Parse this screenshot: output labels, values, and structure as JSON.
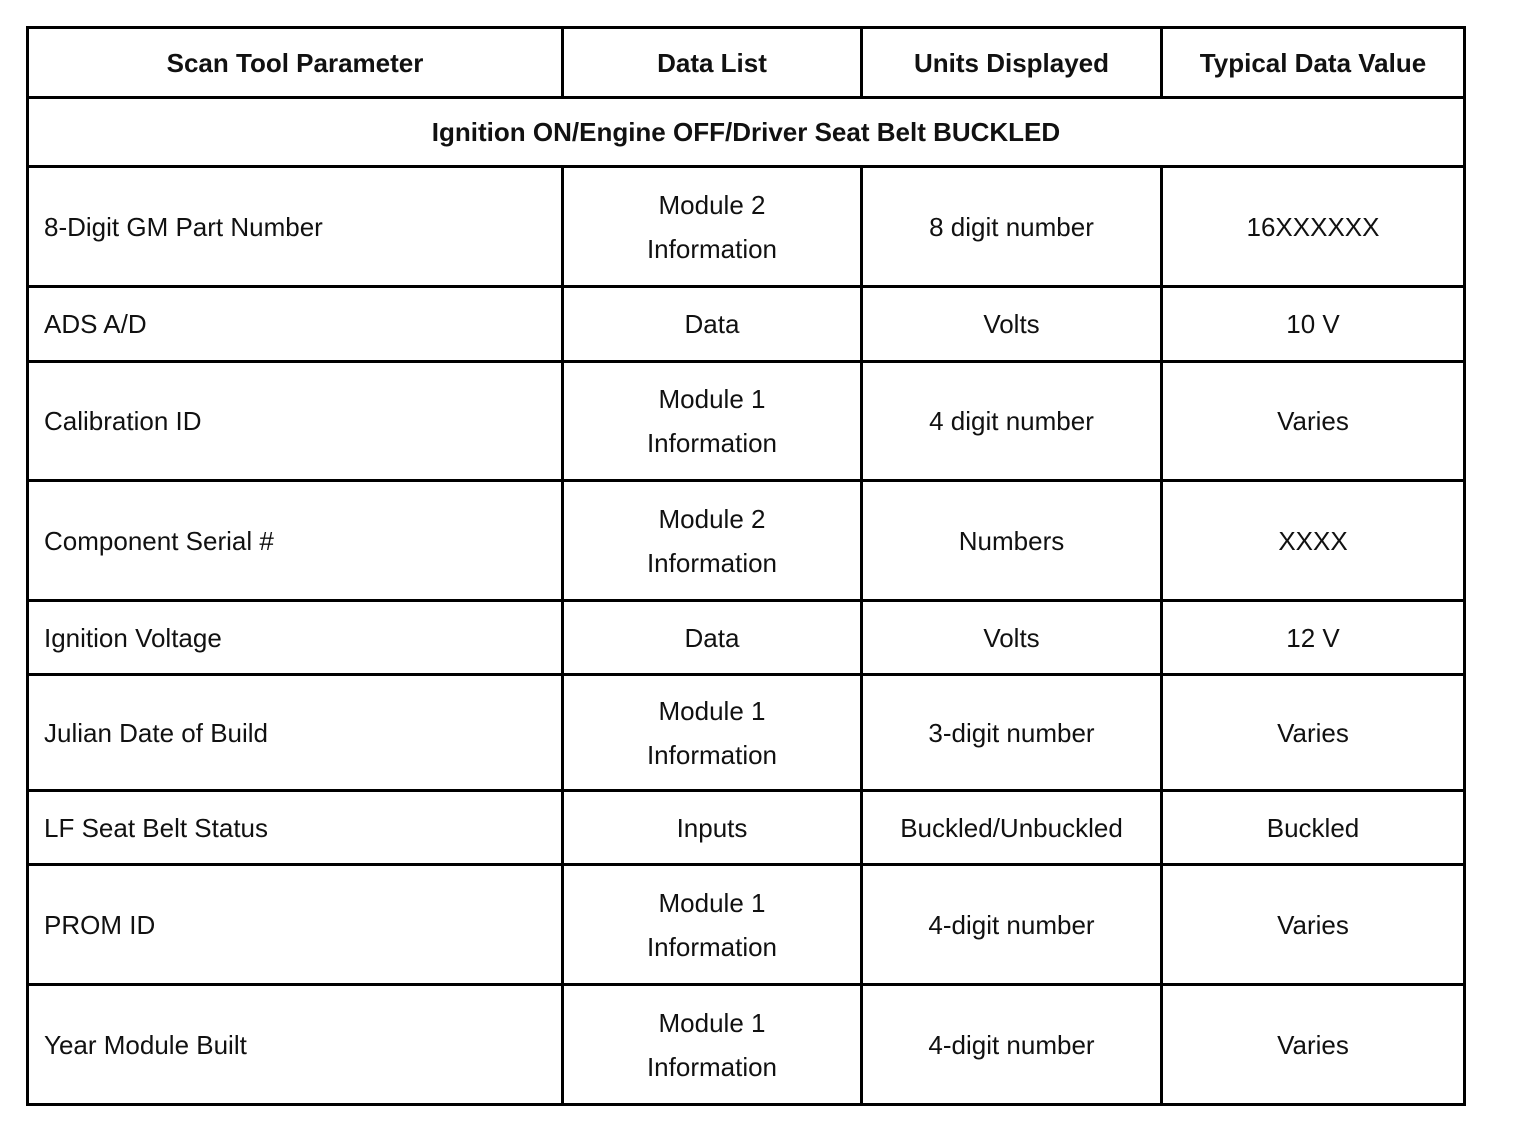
{
  "table": {
    "headers": {
      "parameter": "Scan Tool Parameter",
      "data_list": "Data List",
      "units": "Units Displayed",
      "typical": "Typical Data Value"
    },
    "section_title": "Ignition ON/Engine OFF/Driver Seat Belt BUCKLED",
    "rows": [
      {
        "parameter": "8-Digit GM Part Number",
        "data_list": [
          "Module 2",
          "Information"
        ],
        "units": "8 digit number",
        "typical": "16XXXXXX"
      },
      {
        "parameter": "ADS A/D",
        "data_list": [
          "Data"
        ],
        "units": "Volts",
        "typical": "10 V"
      },
      {
        "parameter": "Calibration ID",
        "data_list": [
          "Module 1",
          "Information"
        ],
        "units": "4 digit number",
        "typical": "Varies"
      },
      {
        "parameter": "Component Serial #",
        "data_list": [
          "Module 2",
          "Information"
        ],
        "units": "Numbers",
        "typical": "XXXX"
      },
      {
        "parameter": "Ignition Voltage",
        "data_list": [
          "Data"
        ],
        "units": "Volts",
        "typical": "12 V"
      },
      {
        "parameter": "Julian Date of Build",
        "data_list": [
          "Module 1",
          "Information"
        ],
        "units": "3-digit number",
        "typical": "Varies"
      },
      {
        "parameter": "LF Seat Belt Status",
        "data_list": [
          "Inputs"
        ],
        "units": "Buckled/Unbuckled",
        "typical": "Buckled"
      },
      {
        "parameter": "PROM ID",
        "data_list": [
          "Module 1",
          "Information"
        ],
        "units": "4-digit number",
        "typical": "Varies"
      },
      {
        "parameter": "Year Module Built",
        "data_list": [
          "Module 1",
          "Information"
        ],
        "units": "4-digit number",
        "typical": "Varies"
      }
    ]
  }
}
